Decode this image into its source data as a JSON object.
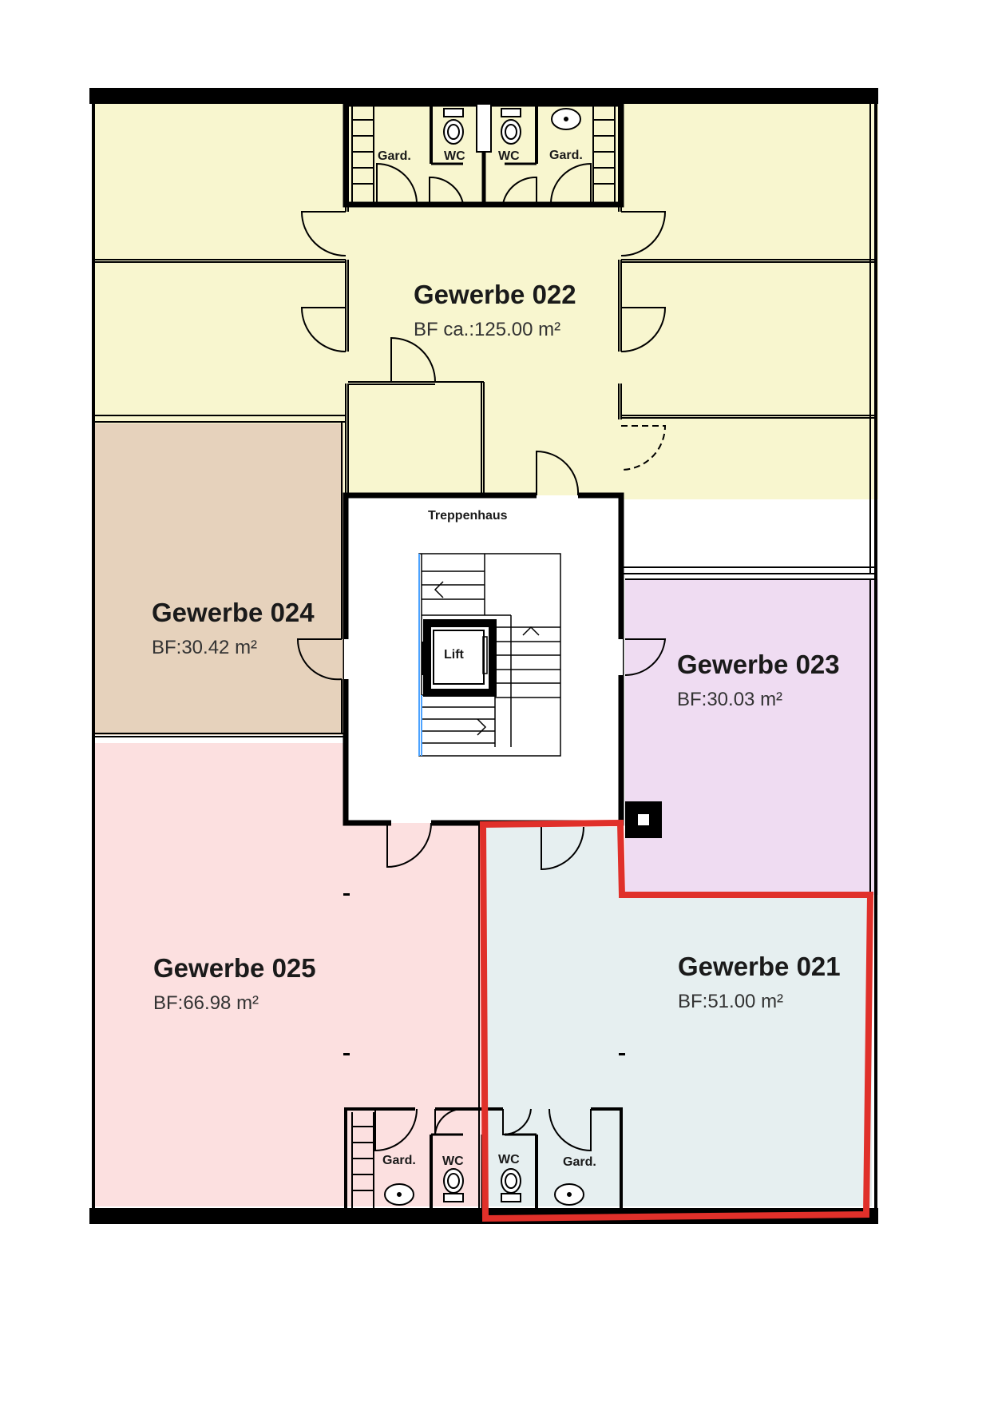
{
  "rooms": {
    "gewerbe_022": {
      "name": "Gewerbe 022",
      "area": "BF ca.:125.00 m²",
      "color": "#f8f6cf"
    },
    "gewerbe_024": {
      "name": "Gewerbe 024",
      "area": "BF:30.42 m²",
      "color": "#e6d2bc"
    },
    "gewerbe_023": {
      "name": "Gewerbe 023",
      "area": "BF:30.03 m²",
      "color": "#efdcf2"
    },
    "gewerbe_025": {
      "name": "Gewerbe 025",
      "area": "BF:66.98 m²",
      "color": "#fce0e0"
    },
    "gewerbe_021": {
      "name": "Gewerbe 021",
      "area": "BF:51.00 m²",
      "color": "#e6eff0"
    }
  },
  "core": {
    "stairwell_label": "Treppenhaus",
    "lift_label": "Lift"
  },
  "fixtures": {
    "top_gard_left": "Gard.",
    "top_wc_left": "WC",
    "top_wc_right": "WC",
    "top_gard_right": "Gard.",
    "bottom_gard_left": "Gard.",
    "bottom_wc_left": "WC",
    "bottom_wc_right": "WC",
    "bottom_gard_right": "Gard."
  },
  "highlight": {
    "color": "#e0302a",
    "target": "Gewerbe 021"
  }
}
